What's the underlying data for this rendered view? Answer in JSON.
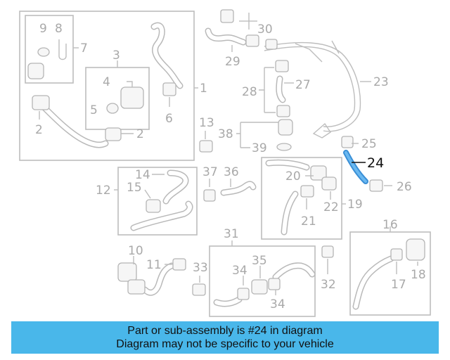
{
  "callouts": {
    "c1": "1",
    "c2a": "2",
    "c2b": "2",
    "c3": "3",
    "c4": "4",
    "c5": "5",
    "c6": "6",
    "c7": "7",
    "c8": "8",
    "c9": "9",
    "c10": "10",
    "c11": "11",
    "c12": "12",
    "c13": "13",
    "c14": "14",
    "c15": "15",
    "c16": "16",
    "c17": "17",
    "c18": "18",
    "c19": "19",
    "c20": "20",
    "c21": "21",
    "c22": "22",
    "c23": "23",
    "c24": "24",
    "c25": "25",
    "c26": "26",
    "c27": "27",
    "c28": "28",
    "c29": "29",
    "c30": "30",
    "c31": "31",
    "c32": "32",
    "c33": "33",
    "c34a": "34",
    "c34b": "34",
    "c35": "35",
    "c36": "36",
    "c37": "37",
    "c38": "38",
    "c39": "39"
  },
  "highlight": {
    "part_number": "24",
    "color": "#3a8fd6"
  },
  "banner": {
    "line1": "Part or sub-assembly is #24 in diagram",
    "line2": "Diagram may not be specific to your vehicle",
    "background": "#49b7ea"
  }
}
